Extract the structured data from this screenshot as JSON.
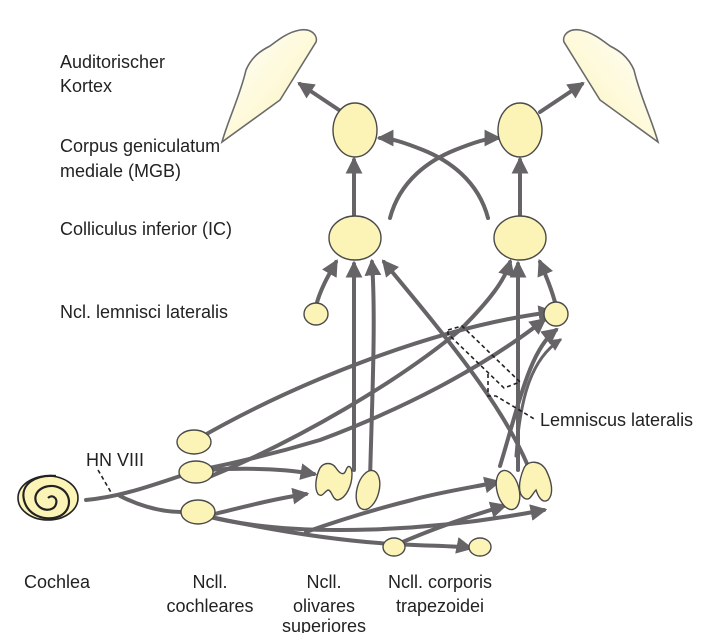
{
  "labels": {
    "auditory_cortex_line1": "Auditorischer",
    "auditory_cortex_line2": "Kortex",
    "mgb_line1": "Corpus geniculatum",
    "mgb_line2": "mediale (MGB)",
    "ic": "Colliculus inferior (IC)",
    "nll": "Ncl. lemnisci lateralis",
    "lemniscus": "Lemniscus lateralis",
    "nerve": "HN VIII",
    "cochlea": "Cochlea",
    "cochlear_nuclei_line1": "Ncll.",
    "cochlear_nuclei_line2": "cochleares",
    "olivary_line1": "Ncll.",
    "olivary_line2": "olivares",
    "olivary_line3": "superiores",
    "trapezoid_line1": "Ncll. corporis",
    "trapezoid_line2": "trapezoidei"
  },
  "colors": {
    "nucleus_fill": "#fcf4b6",
    "pathway": "#676467",
    "label": "#222222"
  }
}
